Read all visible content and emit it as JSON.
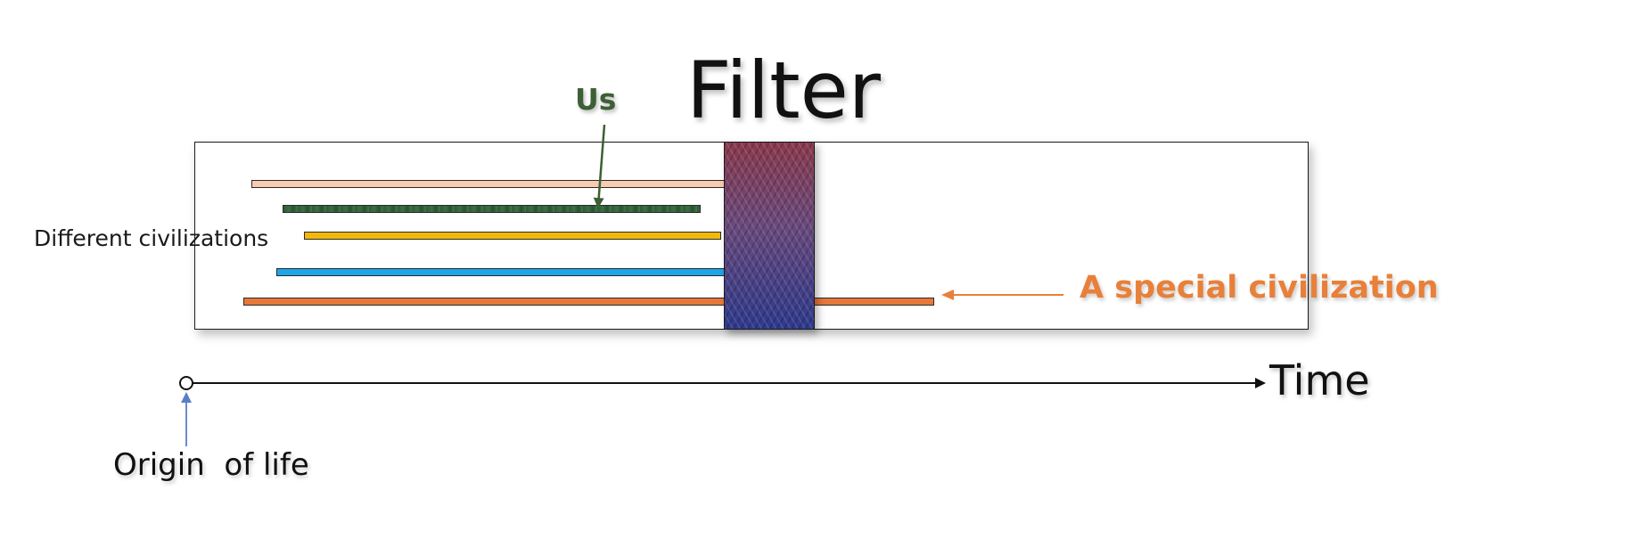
{
  "diagram": {
    "title": "Filter",
    "us_label": "Us",
    "civilizations_label": "Different civilizations",
    "special_label": "A special civilization",
    "time_label": "Time",
    "origin_label": "Origin  of life"
  },
  "civilizations": [
    {
      "name": "peach",
      "color": "#f6cbb0"
    },
    {
      "name": "us",
      "color": "#2f5c37"
    },
    {
      "name": "yellow",
      "color": "#f2b90c"
    },
    {
      "name": "blue",
      "color": "#1ea6e6"
    },
    {
      "name": "special",
      "color": "#e8783a"
    }
  ],
  "colors": {
    "us_text": "#3d5f34",
    "special_text": "#e8803a",
    "origin_arrow": "#5a7ec8"
  }
}
